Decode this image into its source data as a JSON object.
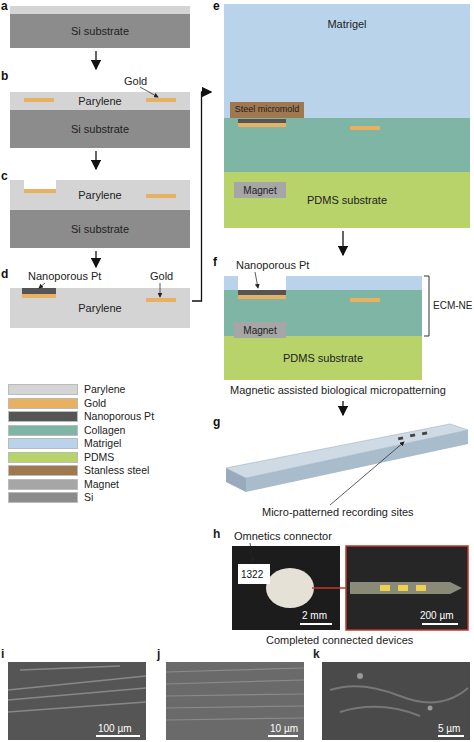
{
  "diagram": {
    "nodes": [
      {
        "text": [
          "a"
        ]
      },
      {
        "text": [
          "Si substrate"
        ],
        "in": 0
      },
      {
        "text": [
          "b"
        ]
      },
      {
        "text": [
          "Parylene"
        ],
        "in": 2
      },
      {
        "text": [
          "Si substrate"
        ],
        "in": 2
      },
      {
        "text": [
          "c"
        ]
      },
      {
        "text": [
          "Parylene"
        ],
        "in": 5
      },
      {
        "text": [
          "Si substrate"
        ],
        "in": 5
      },
      {
        "text": [
          "d"
        ]
      },
      {
        "text": [
          "Parylene"
        ],
        "in": 8
      },
      {
        "text": [
          "e"
        ]
      },
      {
        "text": [
          "Matrigel"
        ],
        "in": 10
      },
      {
        "text": [
          "Steel micromold"
        ],
        "in": 10
      },
      {
        "text": [
          "Magnet"
        ],
        "in": 10
      },
      {
        "text": [
          "PDMS substrate"
        ],
        "in": 10
      },
      {
        "text": [
          "f"
        ]
      },
      {
        "text": [
          "Magnet"
        ],
        "in": 15
      },
      {
        "text": [
          "PDMS substrate"
        ],
        "in": 15
      },
      {
        "text": [
          "g"
        ]
      }
    ],
    "edges": [
      {
        "from": 0,
        "to": 2,
        "arrow": "to"
      },
      {
        "from": 2,
        "to": 5,
        "arrow": "to"
      },
      {
        "from": 5,
        "to": 8,
        "arrow": "to"
      },
      {
        "from": 8,
        "to": 10,
        "arrow": "to"
      },
      {
        "from": 10,
        "to": 15,
        "arrow": "to"
      },
      {
        "from": 15,
        "to": 18,
        "arrow": "to"
      }
    ],
    "labels": [
      "Gold",
      "Nanoporous Pt",
      "Gold",
      "Nanoporous Pt",
      "ECM-NE",
      "Magnetic assisted biological micropatterning",
      "Micro-patterned recording sites",
      "h",
      "Omnetics connector",
      "1322",
      "2 mm",
      "200 µm",
      "Completed connected devices",
      "i",
      "100 µm",
      "j",
      "10 µm",
      "k",
      "5 µm"
    ],
    "legend": [
      {
        "text": "Parylene",
        "color": "#d4d4d4"
      },
      {
        "text": "Gold",
        "color": "#e8b060"
      },
      {
        "text": "Nanoporous Pt",
        "color": "#555555"
      },
      {
        "text": "Collagen",
        "color": "#7fb5a5"
      },
      {
        "text": "Matrigel",
        "color": "#b9d4ea"
      },
      {
        "text": "PDMS",
        "color": "#b8d36a"
      },
      {
        "text": "Stanless steel",
        "color": "#a07850"
      },
      {
        "text": "Magnet",
        "color": "#a6a6a6"
      },
      {
        "text": "Si",
        "color": "#8c8c8c"
      }
    ]
  }
}
